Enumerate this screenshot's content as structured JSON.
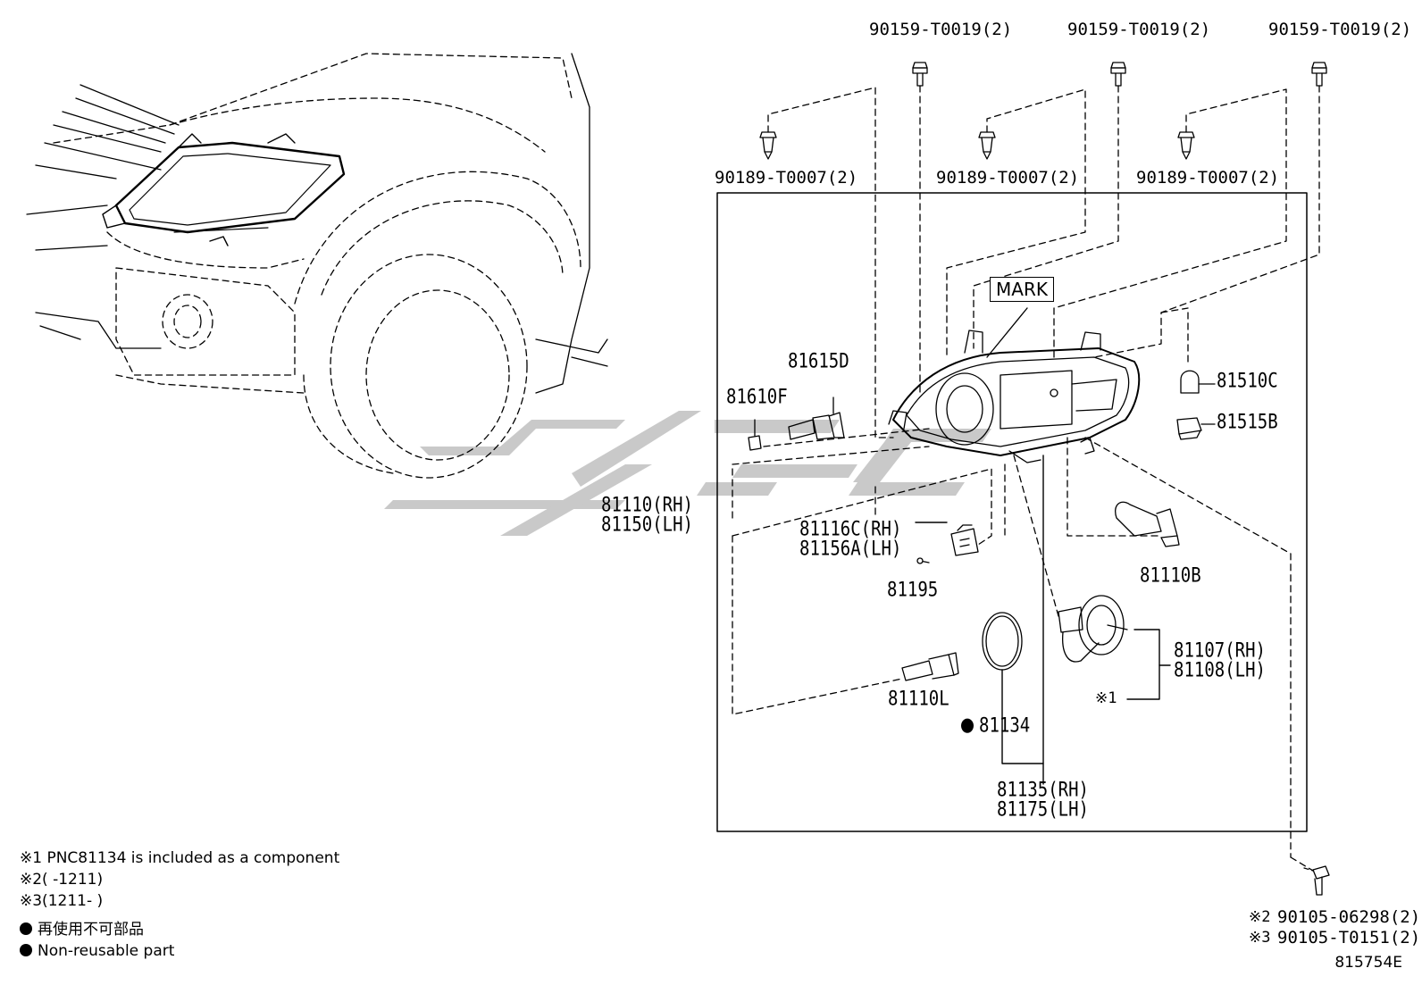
{
  "diagram": {
    "figure_code": "815754E",
    "mark_label": "MARK",
    "parts": {
      "bolt_top_1": "90159-T0019(2)",
      "bolt_top_2": "90159-T0019(2)",
      "bolt_top_3": "90159-T0019(2)",
      "clip_1": "90189-T0007(2)",
      "clip_2": "90189-T0007(2)",
      "clip_3": "90189-T0007(2)",
      "p81615D": "81615D",
      "p81610F": "81610F",
      "p81510C": "81510C",
      "p81515B": "81515B",
      "assy_rh": "81110(RH)",
      "assy_lh": "81150(LH)",
      "socket_rh": "81116C(RH)",
      "socket_lh": "81156A(LH)",
      "p81195": "81195",
      "p81110B": "81110B",
      "p81107": "81107(RH)",
      "p81108": "81108(LH)",
      "note1_ref": "※1",
      "p81110L": "81110L",
      "p81134": "81134",
      "p81135": "81135(RH)",
      "p81175": "81175(LH)",
      "bottom_note2": "※2",
      "bottom_bolt_1": "90105-06298(2)",
      "bottom_note3": "※3",
      "bottom_bolt_2": "90105-T0151(2)"
    },
    "notes": {
      "n1": "※1 PNC81134 is included as a component",
      "n2": "※2(      -1211)",
      "n3": "※3(1211-      )",
      "n4": "再使用不可部品",
      "n5": "Non-reusable part"
    }
  }
}
